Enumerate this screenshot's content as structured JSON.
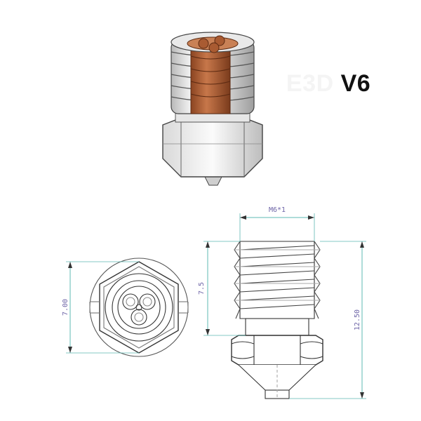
{
  "title": {
    "brand": "E3D",
    "model": "V6"
  },
  "dimensions": {
    "thread": "M6*1",
    "thread_length": "7.5",
    "hex_width": "7.00",
    "total_length": "12.50"
  },
  "colors": {
    "copper": "#b8673b",
    "copper_dark": "#7a3b1c",
    "metal_light": "#f2f2f2",
    "metal_mid": "#cfcfcf",
    "outline": "#333333",
    "dim_line": "#5db8b3",
    "dim_text": "#6f66a8"
  },
  "icons": [
    "nozzle-render",
    "nozzle-side-drawing",
    "nozzle-end-view"
  ]
}
